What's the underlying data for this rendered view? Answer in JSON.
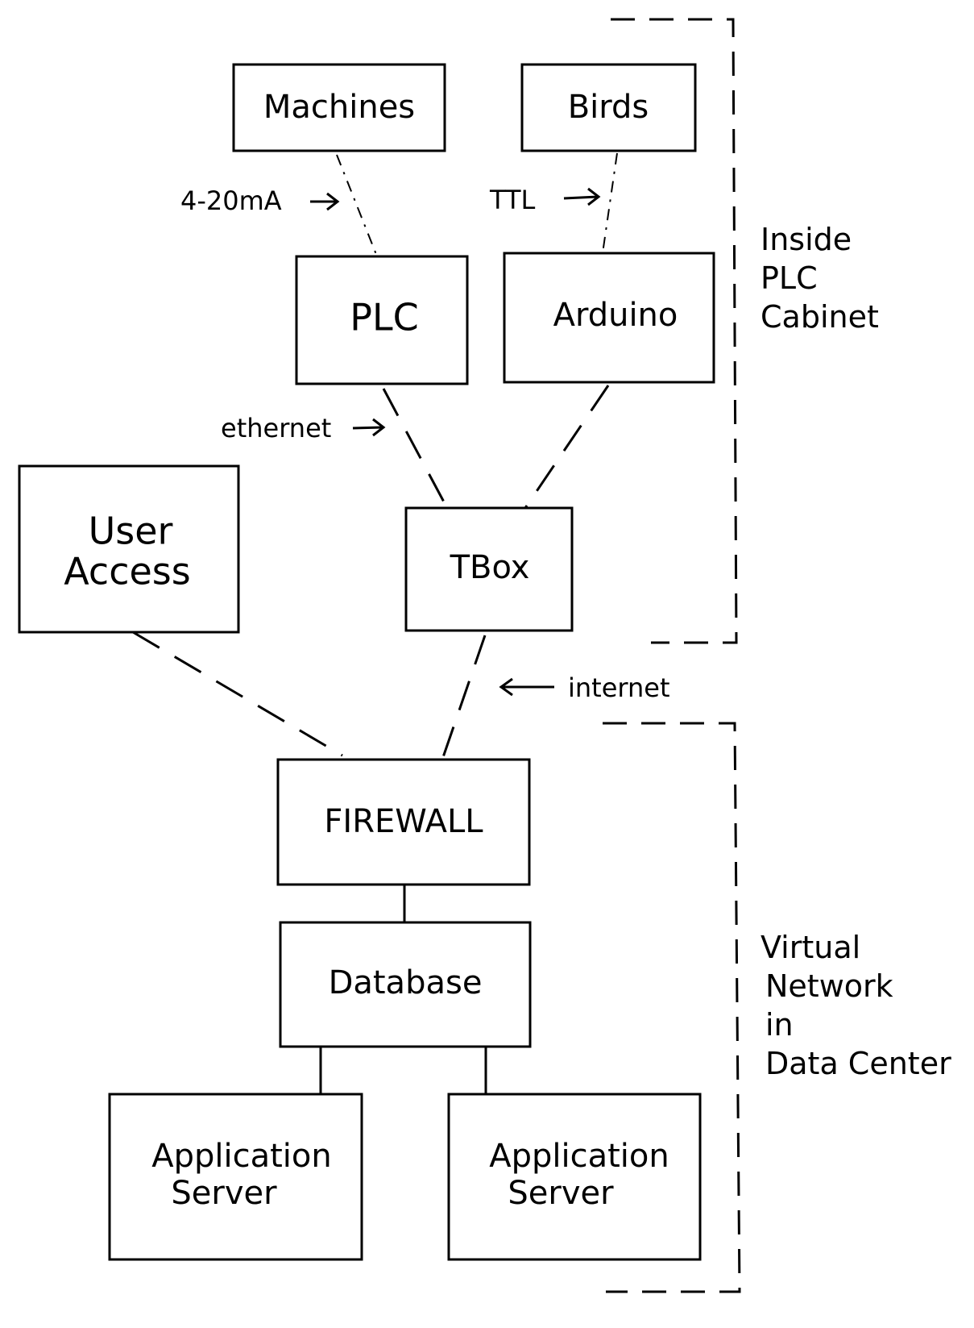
{
  "nodes": {
    "machines": "Machines",
    "birds": "Birds",
    "plc": "PLC",
    "arduino": "Arduino",
    "user_access": [
      "User",
      "Access"
    ],
    "tbox": "TBox",
    "firewall": "FIREWALL",
    "database": "Database",
    "app_server_1": [
      "Application",
      "Server"
    ],
    "app_server_2": [
      "Application",
      "Server"
    ]
  },
  "connections": {
    "machines_plc": "4-20mA",
    "birds_arduino": "TTL",
    "plc_tbox": "ethernet",
    "tbox_firewall": "internet"
  },
  "groups": {
    "cabinet": [
      "Inside",
      "PLC",
      "Cabinet"
    ],
    "data_center": [
      "Virtual",
      "Network",
      "in",
      "Data Center"
    ]
  }
}
